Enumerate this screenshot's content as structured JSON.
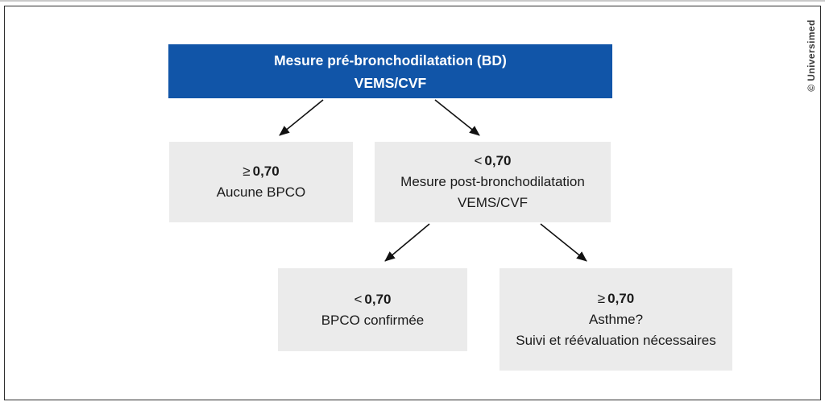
{
  "figure": {
    "credit": "© Universimed"
  },
  "colors": {
    "root_box_blue": "#1155a8",
    "gray_box": "#ebebeb",
    "text_dark": "#1a1a1a",
    "frame_border": "#2e2e2e",
    "arrow_black": "#111111"
  },
  "nodes": {
    "root": {
      "line1": "Mesure pré-bronchodilatation (BD)",
      "line2": "VEMS/CVF"
    },
    "no_bpco": {
      "comparator": "≥",
      "value": "0,70",
      "lines": [
        "Aucune BPCO"
      ]
    },
    "post_bd": {
      "comparator": "<",
      "value": "0,70",
      "lines": [
        "Mesure post-bronchodilatation",
        "VEMS/CVF"
      ]
    },
    "bpco_confirmed": {
      "comparator": "<",
      "value": "0,70",
      "lines": [
        "BPCO confirmée"
      ]
    },
    "asthma": {
      "comparator": "≥",
      "value": "0,70",
      "lines": [
        "Asthme?",
        "Suivi et réévaluation nécessaires"
      ]
    }
  }
}
